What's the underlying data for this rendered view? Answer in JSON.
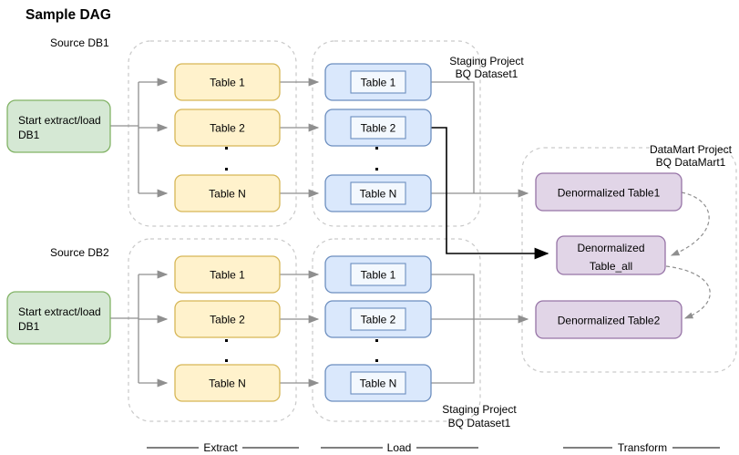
{
  "title": "Sample DAG",
  "colors": {
    "green-fill": "#d5e8d4",
    "green-stroke": "#82b366",
    "yellow-fill": "#fff2cc",
    "yellow-stroke": "#d6b656",
    "blue-fill": "#dae8fc",
    "blue-stroke": "#6c8ebf",
    "blue-inner-fill": "#f3f8fe",
    "purple-fill": "#e1d5e7",
    "purple-stroke": "#9673a6",
    "container-stroke": "#c9c9c9",
    "connector": "#8f8f8f",
    "connector-strong": "#000000"
  },
  "source1": {
    "label": "Source DB1",
    "start": {
      "line1": "Start extract/load",
      "line2": "DB1"
    }
  },
  "source2": {
    "label": "Source DB2",
    "start": {
      "line1": "Start extract/load",
      "line2": "DB1"
    }
  },
  "extract1": {
    "tables": [
      "Table 1",
      "Table 2",
      "Table N"
    ]
  },
  "load1": {
    "tables": [
      "Table 1",
      "Table 2",
      "Table N"
    ]
  },
  "extract2": {
    "tables": [
      "Table 1",
      "Table 2",
      "Table N"
    ]
  },
  "load2": {
    "tables": [
      "Table 1",
      "Table 2",
      "Table N"
    ]
  },
  "staging_top": {
    "line1": "Staging Project",
    "line2": "BQ Dataset1"
  },
  "staging_bottom": {
    "line1": "Staging Project",
    "line2": "BQ Dataset1"
  },
  "datamart": {
    "label": {
      "line1": "DataMart Project",
      "line2": "BQ DataMart1"
    },
    "table1": "Denormalized Table1",
    "table_all": {
      "line1": "Denormalized",
      "line2": "Table_all"
    },
    "table2": "Denormalized Table2"
  },
  "phases": [
    "Extract",
    "Load",
    "Transform"
  ]
}
